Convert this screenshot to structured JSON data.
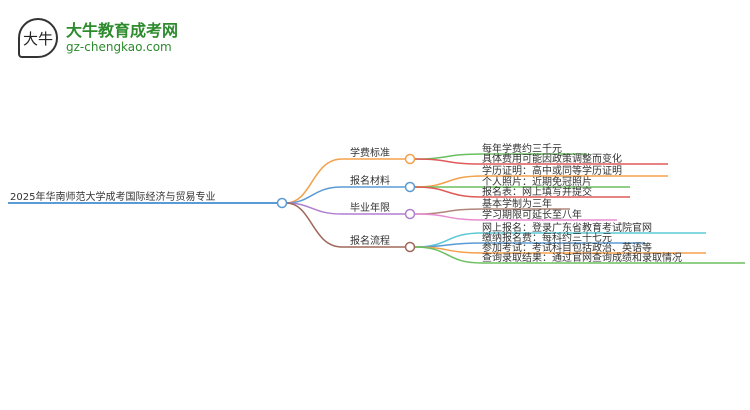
{
  "logo": {
    "title": "大牛教育成考网",
    "url": "gz-chengkao.com",
    "mark": "大牛"
  },
  "root": {
    "label": "2025年华南师范大学成考国际经济与贸易专业",
    "color": "#5b9bd5"
  },
  "branches": [
    {
      "label": "学费标准",
      "color": "#f5a04a",
      "children": [
        {
          "label": "每年学费约三千元",
          "color": "#6abf5e"
        },
        {
          "label": "具体费用可能因政策调整而变化",
          "color": "#e05a5a"
        }
      ]
    },
    {
      "label": "报名材料",
      "color": "#5b9bd5",
      "children": [
        {
          "label": "学历证明：高中或同等学历证明",
          "color": "#f5a04a"
        },
        {
          "label": "个人照片：近期免冠照片",
          "color": "#6abf5e"
        },
        {
          "label": "报名表：网上填写并提交",
          "color": "#e05a5a"
        }
      ]
    },
    {
      "label": "毕业年限",
      "color": "#b07fd0",
      "children": [
        {
          "label": "基本学制为三年",
          "color": "#b0857a"
        },
        {
          "label": "学习期限可延长至八年",
          "color": "#e88ccf"
        }
      ]
    },
    {
      "label": "报名流程",
      "color": "#a0685a",
      "children": [
        {
          "label": "网上报名：登录广东省教育考试院官网",
          "color": "#5bc8d6"
        },
        {
          "label": "缴纳报名费：每科约三十七元",
          "color": "#5b9bd5"
        },
        {
          "label": "参加考试：考试科目包括政治、英语等",
          "color": "#f5a04a"
        },
        {
          "label": "查询录取结果：通过官网查询成绩和录取情况",
          "color": "#6abf5e"
        }
      ]
    }
  ]
}
